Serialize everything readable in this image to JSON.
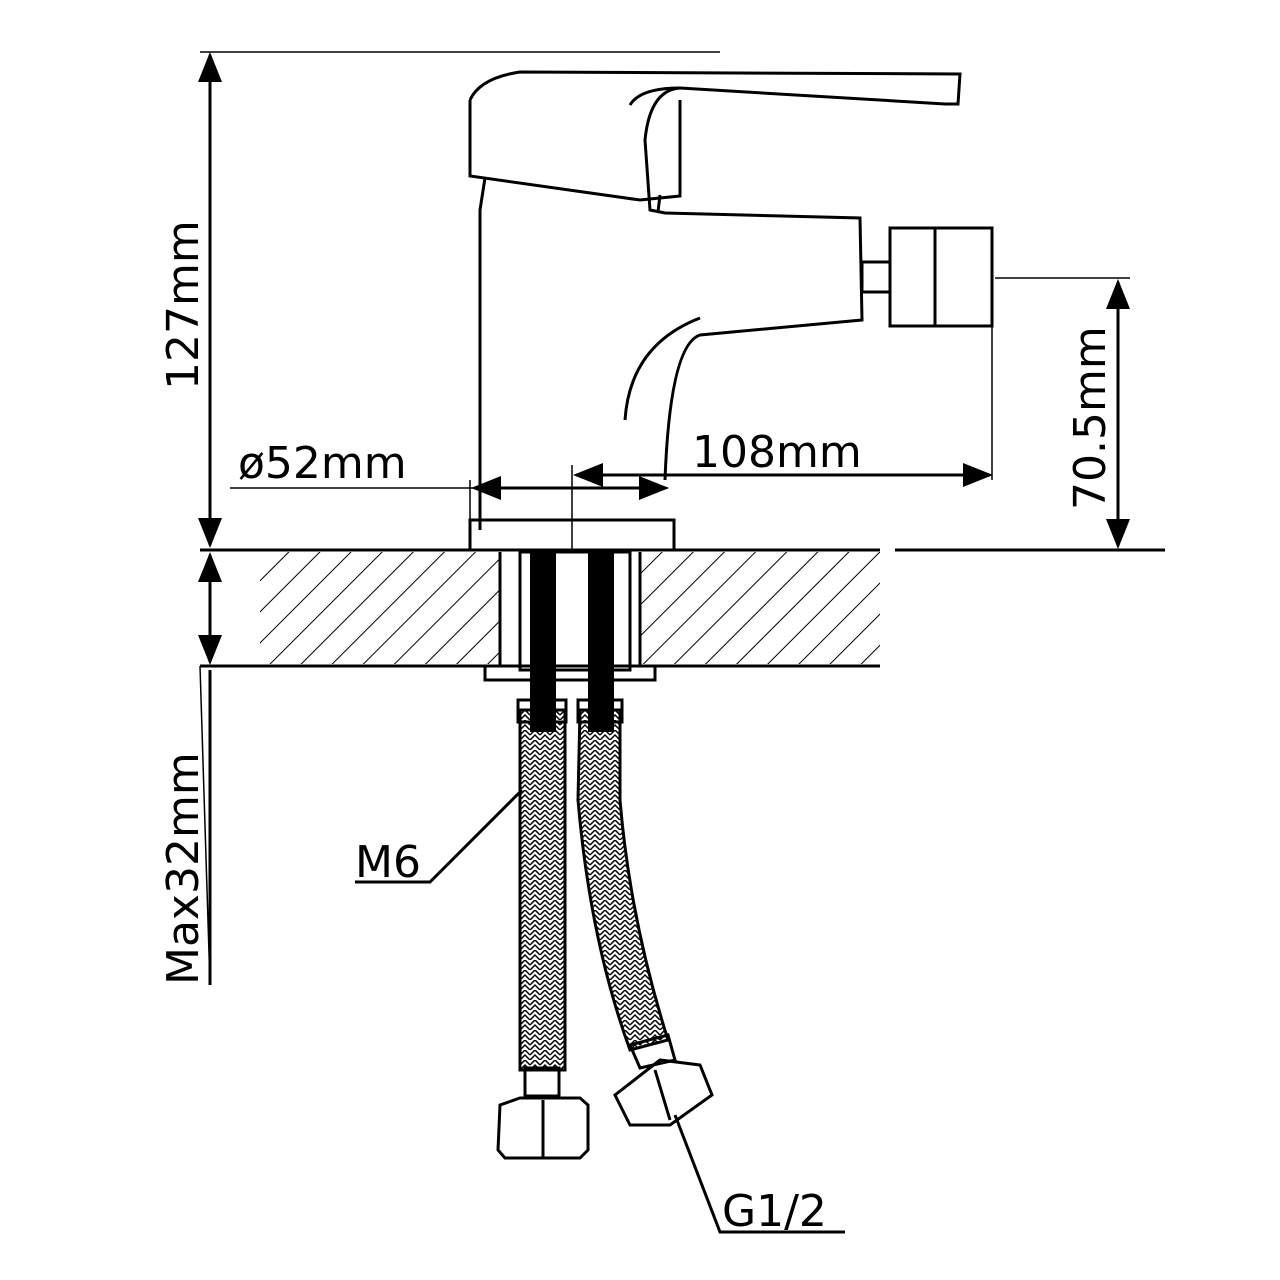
{
  "dimensions": {
    "height_total": "127mm",
    "base_diameter": "ø52mm",
    "spout_reach": "108mm",
    "spout_height": "70.5mm",
    "max_thickness": "Max32mm"
  },
  "callouts": {
    "stud": "M6",
    "hose_thread": "G1/2"
  }
}
